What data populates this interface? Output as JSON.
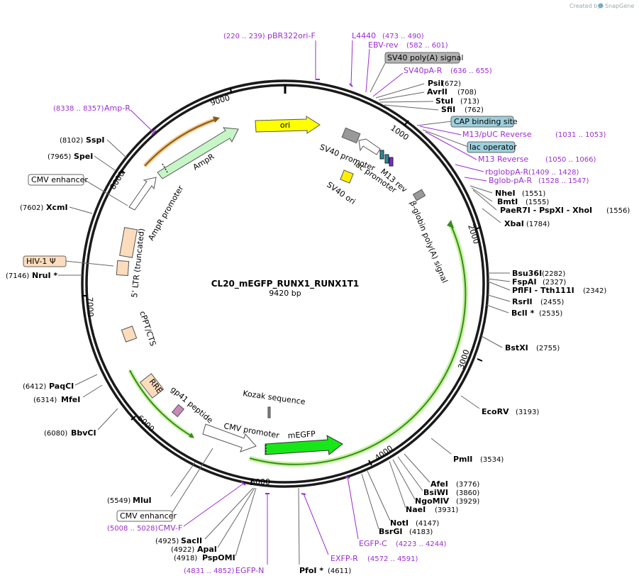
{
  "credit": {
    "prefix": "Created by",
    "brand": "SnapGene"
  },
  "plasmid": {
    "name": "CL20_mEGFP_RUNX1_RUNX1T1",
    "size": "9420 bp"
  },
  "ticks": [
    "1000",
    "2000",
    "3000",
    "4000",
    "5000",
    "6000",
    "7000",
    "8000",
    "9000"
  ],
  "features": {
    "ori": "ori",
    "sv40_promoter": "SV40 promoter",
    "lac_promoter": "lac promoter",
    "m13_rev": "M13 rev",
    "sv40_ori": "SV40 ori",
    "bglobin": "β-globin poly(A) signal",
    "ampr": "AmpR",
    "ampr_promoter": "AmpR promoter",
    "ltr": "5' LTR (truncated)",
    "cppt": "cPPT/CTS",
    "rre": "RRE",
    "gp41": "gp41 peptide",
    "cmv_promoter": "CMV promoter",
    "kozak": "Kozak sequence",
    "megfp": "mEGFP"
  },
  "boxed": {
    "sv40_polya": "SV40 poly(A) signal",
    "cap": "CAP binding site",
    "lac_operator": "lac operator",
    "cmv_enh_top": "CMV enhancer",
    "cmv_enh_bottom": "CMV enhancer",
    "hiv": "HIV-1 Ψ"
  },
  "primers": [
    {
      "name": "pBR322ori-F",
      "pos": "(220 .. 239)"
    },
    {
      "name": "L4440",
      "pos": "(473 .. 490)"
    },
    {
      "name": "EBV-rev",
      "pos": "(582 .. 601)"
    },
    {
      "name": "SV40pA-R",
      "pos": "(636 .. 655)"
    },
    {
      "name": "M13/pUC Reverse",
      "pos": "(1031 .. 1053)"
    },
    {
      "name": "M13 Reverse",
      "pos": "(1050 .. 1066)"
    },
    {
      "name": "rbglobpA-R",
      "pos": "(1409 .. 1428)"
    },
    {
      "name": "Bglob-pA-R",
      "pos": "(1528 .. 1547)"
    },
    {
      "name": "Amp-R",
      "pos": "(8338 .. 8357)"
    },
    {
      "name": "EGFP-C",
      "pos": "(4223 .. 4244)"
    },
    {
      "name": "EXFP-R",
      "pos": "(4572 .. 4591)"
    },
    {
      "name": "EGFP-N",
      "pos": "(4831 .. 4852)"
    },
    {
      "name": "CMV-F",
      "pos": "(5008 .. 5028)"
    }
  ],
  "sites": [
    {
      "name": "PsiI",
      "pos": "(672)"
    },
    {
      "name": "AvrII",
      "pos": "(708)"
    },
    {
      "name": "StuI",
      "pos": "(713)"
    },
    {
      "name": "SfiI",
      "pos": "(762)"
    },
    {
      "name": "NheI",
      "pos": "(1551)"
    },
    {
      "name": "BmtI",
      "pos": "(1555)"
    },
    {
      "name": "PaeR7I - PspXI - XhoI",
      "pos": "(1556)"
    },
    {
      "name": "XbaI",
      "pos": "(1784)"
    },
    {
      "name": "Bsu36I",
      "pos": "(2282)"
    },
    {
      "name": "FspAI",
      "pos": "(2327)"
    },
    {
      "name": "PflFI - Tth111I",
      "pos": "(2342)"
    },
    {
      "name": "RsrII",
      "pos": "(2455)"
    },
    {
      "name": "BclI *",
      "pos": "(2535)"
    },
    {
      "name": "BstXI",
      "pos": "(2755)"
    },
    {
      "name": "EcoRV",
      "pos": "(3193)"
    },
    {
      "name": "PmlI",
      "pos": "(3534)"
    },
    {
      "name": "AfeI",
      "pos": "(3776)"
    },
    {
      "name": "BsiWI",
      "pos": "(3860)"
    },
    {
      "name": "NgoMIV",
      "pos": "(3929)"
    },
    {
      "name": "NaeI",
      "pos": "(3931)"
    },
    {
      "name": "NotI",
      "pos": "(4147)"
    },
    {
      "name": "BsrGI",
      "pos": "(4183)"
    },
    {
      "name": "PfoI *",
      "pos": "(4611)"
    },
    {
      "name": "PspOMI",
      "pos": "(4918)"
    },
    {
      "name": "ApaI",
      "pos": "(4922)"
    },
    {
      "name": "SacII",
      "pos": "(4925)"
    },
    {
      "name": "MluI",
      "pos": "(5549)"
    },
    {
      "name": "BbvCI",
      "pos": "(6080)"
    },
    {
      "name": "MfeI",
      "pos": "(6314)"
    },
    {
      "name": "PaqCI",
      "pos": "(6412)"
    },
    {
      "name": "NruI *",
      "pos": "(7146)"
    },
    {
      "name": "XcmI",
      "pos": "(7602)"
    },
    {
      "name": "SpeI",
      "pos": "(7965)"
    },
    {
      "name": "SspI",
      "pos": "(8102)"
    }
  ],
  "colors": {
    "ring": "#1a1a1a",
    "primer": "#9b2dd1",
    "ori": "#ffff00",
    "ampr": "#c6f5c6",
    "megfp": "#19e619",
    "ltr": "#fcdcbc",
    "box_gray": "#b3b3b3",
    "box_blue": "#9ccfdc"
  }
}
